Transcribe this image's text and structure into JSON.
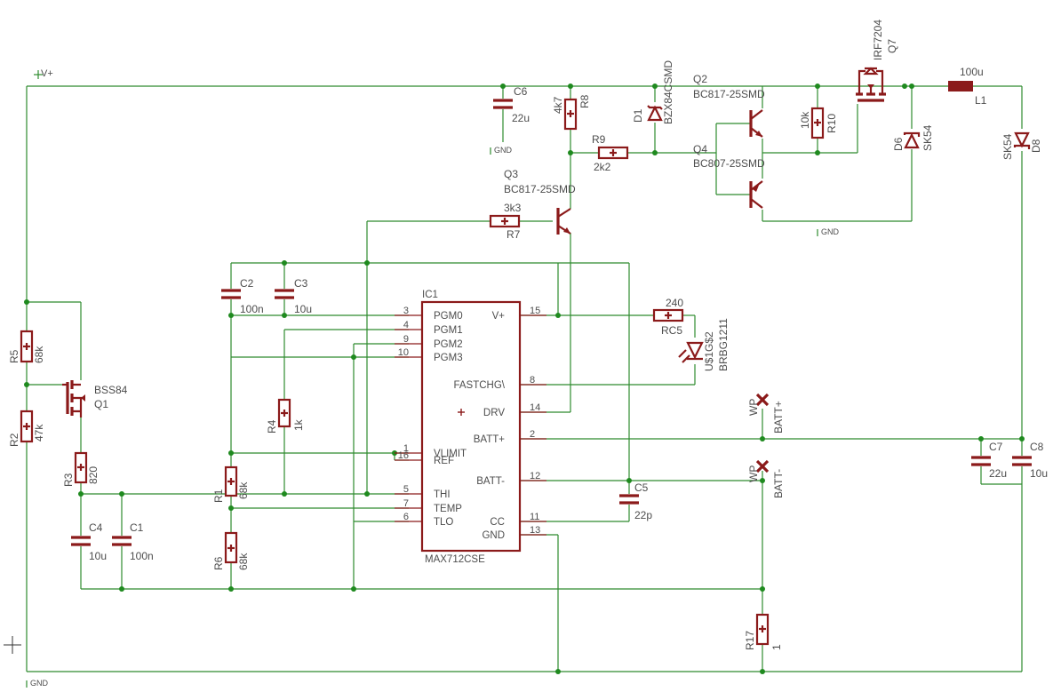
{
  "supply": {
    "vplus": "V+",
    "gnd": "GND"
  },
  "ic": {
    "name": "IC1",
    "value": "MAX712CSE",
    "left_pins": [
      {
        "num": "3",
        "name": "PGM0"
      },
      {
        "num": "4",
        "name": "PGM1"
      },
      {
        "num": "9",
        "name": "PGM2"
      },
      {
        "num": "10",
        "name": "PGM3"
      },
      {
        "num": "1",
        "name": "VLIMIT"
      },
      {
        "num": "16",
        "name": "REF"
      },
      {
        "num": "5",
        "name": "THI"
      },
      {
        "num": "7",
        "name": "TEMP"
      },
      {
        "num": "6",
        "name": "TLO"
      }
    ],
    "right_pins": [
      {
        "num": "15",
        "name": "V+"
      },
      {
        "num": "8",
        "name": "FASTCHG\\"
      },
      {
        "num": "14",
        "name": "DRV"
      },
      {
        "num": "2",
        "name": "BATT+"
      },
      {
        "num": "12",
        "name": "BATT-"
      },
      {
        "num": "11",
        "name": "CC"
      },
      {
        "num": "13",
        "name": "GND"
      }
    ]
  },
  "components": {
    "R1": {
      "name": "R1",
      "value": "68k"
    },
    "R2": {
      "name": "R2",
      "value": "47k"
    },
    "R3": {
      "name": "R3",
      "value": "820"
    },
    "R4": {
      "name": "R4",
      "value": "1k"
    },
    "R5": {
      "name": "R5",
      "value": "68k"
    },
    "R6": {
      "name": "R6",
      "value": "68k"
    },
    "R7": {
      "name": "R7",
      "value": "3k3"
    },
    "R8": {
      "name": "R8",
      "value": "4k7"
    },
    "R9": {
      "name": "R9",
      "value": "2k2"
    },
    "R10": {
      "name": "R10",
      "value": "10k"
    },
    "R17": {
      "name": "R17",
      "value": "1"
    },
    "RC5": {
      "name": "RC5",
      "value": "240"
    },
    "C1": {
      "name": "C1",
      "value": "100n"
    },
    "C2": {
      "name": "C2",
      "value": "100n"
    },
    "C3": {
      "name": "C3",
      "value": "10u"
    },
    "C4": {
      "name": "C4",
      "value": "10u"
    },
    "C5": {
      "name": "C5",
      "value": "22p"
    },
    "C6": {
      "name": "C6",
      "value": "22u"
    },
    "C7": {
      "name": "C7",
      "value": "22u"
    },
    "C8": {
      "name": "C8",
      "value": "10u"
    },
    "D1": {
      "name": "D1",
      "value": "BZX84CSMD"
    },
    "D6": {
      "name": "D6",
      "value": "SK54"
    },
    "D8": {
      "name": "D8",
      "value": "SK54"
    },
    "L1": {
      "name": "L1",
      "value": "100u"
    },
    "Q1": {
      "name": "Q1",
      "value": "BSS84"
    },
    "Q2": {
      "name": "Q2",
      "value": "BC817-25SMD"
    },
    "Q3": {
      "name": "Q3",
      "value": "BC817-25SMD"
    },
    "Q4": {
      "name": "Q4",
      "value": "BC807-25SMD"
    },
    "Q7": {
      "name": "Q7",
      "value": "IRF7204"
    },
    "LED": {
      "name": "U$1G$2",
      "value": "BRBG1211"
    }
  },
  "terminals": {
    "batt_pos": "BATT+",
    "batt_neg": "BATT-",
    "wp": "WP"
  },
  "colors": {
    "wire": "#2e8b2e",
    "part": "#8b1a1a",
    "junction": "#1f8a1f",
    "text": "#4d4d4d"
  }
}
